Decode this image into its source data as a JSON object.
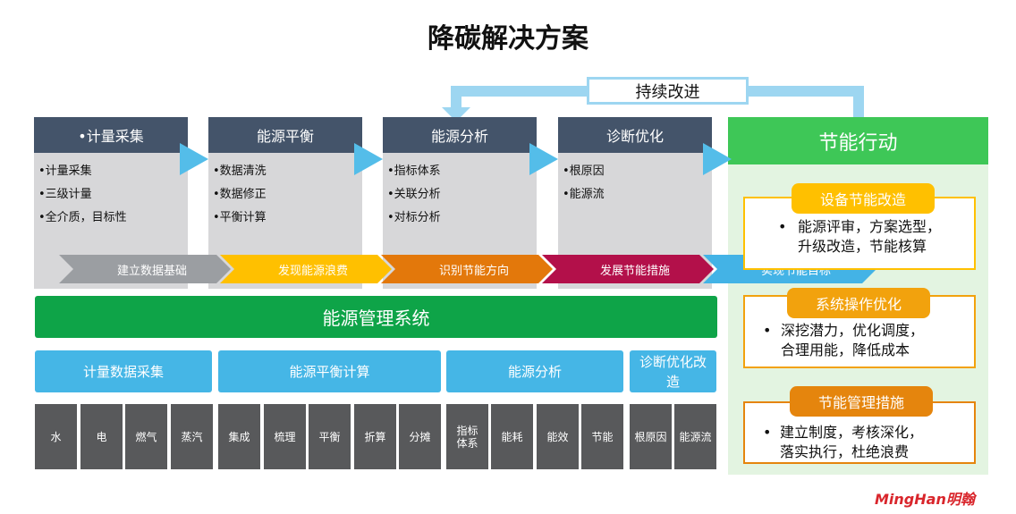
{
  "title": "降碳解决方案",
  "loop_label": "持续改进",
  "columns": [
    {
      "head": "•计量采集",
      "items": [
        "•计量采集",
        "•三级计量",
        "•全介质，目标性"
      ]
    },
    {
      "head": "能源平衡",
      "items": [
        "•数据清洗",
        "•数据修正",
        "•平衡计算"
      ]
    },
    {
      "head": "能源分析",
      "items": [
        "•指标体系",
        "•关联分析",
        "•对标分析"
      ]
    },
    {
      "head": "诊断优化",
      "items": [
        "•根原因",
        "•能源流"
      ]
    }
  ],
  "action": {
    "head": "节能行动",
    "boxes": [
      {
        "title": "设备节能改造",
        "bullet": "•",
        "lines": [
          "能源评审，方案选型，",
          "升级改造，节能核算"
        ]
      },
      {
        "title": "系统操作优化",
        "bullet": "•",
        "lines": [
          "深挖潜力，优化调度，",
          "合理用能，降低成本"
        ]
      },
      {
        "title": "节能管理措施",
        "bullet": "•",
        "lines": [
          "建立制度，考核深化，",
          "落实执行，杜绝浪费"
        ]
      }
    ]
  },
  "stages": [
    "建立数据基础",
    "发现能源浪费",
    "识别节能方向",
    "发展节能措施",
    "实现节能目标"
  ],
  "colors": {
    "stage1": "#9b9ea2",
    "stage2": "#ffc000",
    "stage3": "#e3780b",
    "stage4": "#b3104a",
    "stage5": "#43b3e6",
    "box1": "#ffc000",
    "box2": "#f2a20d",
    "box3": "#e5850d"
  },
  "ems": "能源管理系统",
  "modules": [
    "计量数据采集",
    "能源平衡计算",
    "能源分析",
    "诊断优化改造"
  ],
  "leaves": [
    "水",
    "电",
    "燃气",
    "蒸汽",
    "集成",
    "梳理",
    "平衡",
    "折算",
    "分摊",
    "指标体系",
    "能耗",
    "能效",
    "节能",
    "根原因",
    "能源流"
  ],
  "logo": "MingHan明翰"
}
